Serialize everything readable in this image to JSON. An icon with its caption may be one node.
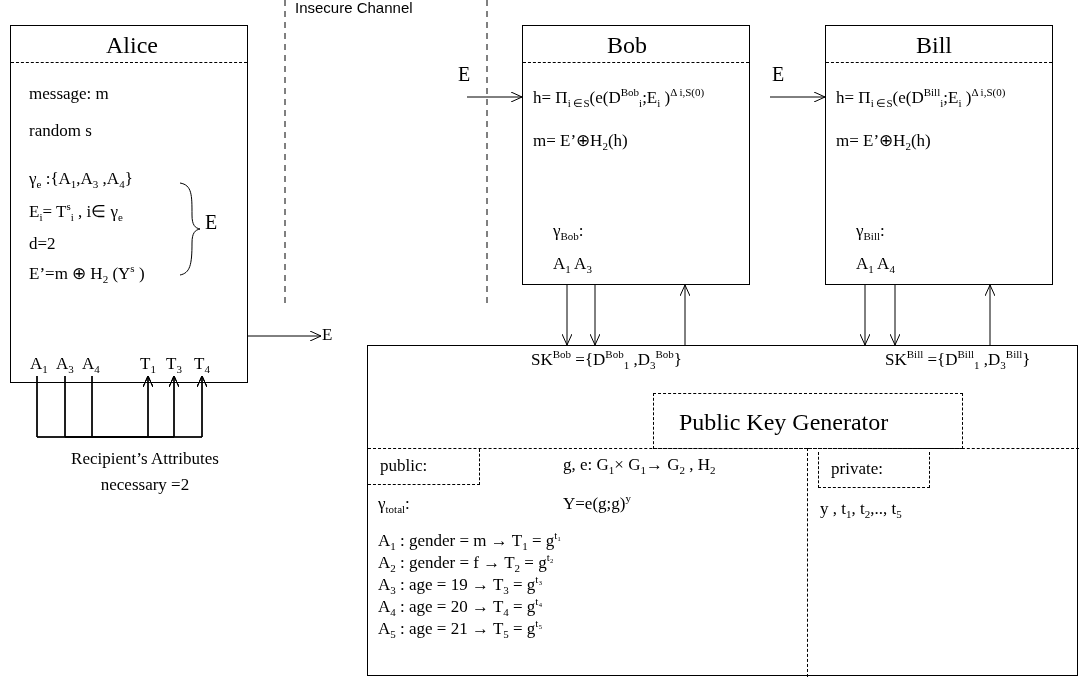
{
  "diagram": {
    "nodes": [
      {
        "text": [
          "Alice",
          "message: m",
          "random s",
          "γ$_{e}$ :{A$_{1}$,A$_{3}$ ,A$_{4}$}",
          "E$_{i}$= T$^{s}$$_{i}$ , i∈ γ$_{e}$",
          "d=2",
          "E’=m ⊕ H$_{2}$ (Y$^{s}$ )"
        ]
      },
      {
        "text": [
          "A$_{1}$"
        ],
        "in": 0
      },
      {
        "text": [
          "A$_{3}$"
        ],
        "in": 0
      },
      {
        "text": [
          "A$_{4}$"
        ],
        "in": 0
      },
      {
        "text": [
          "T$_{1}$"
        ],
        "in": 0
      },
      {
        "text": [
          "T$_{3}$"
        ],
        "in": 0
      },
      {
        "text": [
          "T$_{4}$"
        ],
        "in": 0
      },
      {
        "text": [
          "E"
        ]
      },
      {
        "text": [
          "Bob",
          "h= Π$_{i ∈S}$(e(D$^{Bob}$$_{i}$;E$_{i}$ )$^{Δ i,S(0)}$",
          "m= E’⊕H$_{2}$(h)",
          "γ$_{Bob}$:",
          "A$_{1}$ A$_{3}$"
        ]
      },
      {
        "text": [
          "Bill",
          "h= Π$_{i ∈S}$(e(D$^{Bill}$$_{i}$;E$_{i}$ )$^{Δ i,S(0)}$",
          "m= E’⊕H$_{2}$(h)",
          "γ$_{Bill}$:",
          "A$_{1}$ A$_{4}$"
        ]
      },
      {
        "text": [
          "SK$^{Bob}$ ={D$^{Bob}$$_{1}$ ,D$_{3}$$^{Bob}$}",
          "SK$^{Bill}$ ={D$^{Bill}$$_{1}$ ,D$_{3}$$^{Bill}$}"
        ]
      },
      {
        "text": [
          "Public Key Generator"
        ],
        "in": 10
      },
      {
        "text": [
          "g, e: G$_{1}$× G$_{1}$→ G$_{2}$ , H$_{2}$",
          "γ$_{total}$:",
          "Y=e(g;g)$^{y}$",
          "A$_{1}$ : gender = m  →  T$_{1}$ = g$^{t₁}$",
          "A$_{2}$ : gender = f  →  T$_{2}$ = g$^{t₂}$",
          "A$_{3}$ : age = 19  →  T$_{3}$ = g$^{t₃}$",
          "A$_{4}$ : age = 20  →  T$_{4}$ = g$^{t₄}$",
          "A$_{5}$ : age = 21  →  T$_{5}$ = g$^{t₅}$"
        ],
        "in": 10
      },
      {
        "text": [
          "public:"
        ],
        "in": 12
      },
      {
        "text": [
          "y , t$_{1}$, t$_{2}$,.., t$_{5}$"
        ],
        "in": 10
      },
      {
        "text": [
          "private:"
        ],
        "in": 14
      }
    ],
    "edges": [
      {
        "from": 1,
        "to": 4,
        "arrow": "to"
      },
      {
        "from": 1,
        "to": 5,
        "arrow": "to"
      },
      {
        "from": 1,
        "to": 6,
        "arrow": "to"
      },
      {
        "from": 2,
        "to": 4,
        "arrow": "to"
      },
      {
        "from": 2,
        "to": 5,
        "arrow": "to"
      },
      {
        "from": 2,
        "to": 6,
        "arrow": "to"
      },
      {
        "from": 3,
        "to": 4,
        "arrow": "to"
      },
      {
        "from": 3,
        "to": 5,
        "arrow": "to"
      },
      {
        "from": 3,
        "to": 6,
        "arrow": "to"
      },
      {
        "from": 0,
        "to": 7,
        "arrow": "to"
      },
      {
        "from": null,
        "to": 8,
        "label": "E",
        "arrow": "to"
      },
      {
        "from": null,
        "to": 9,
        "label": "E",
        "arrow": "to"
      },
      {
        "from": 8,
        "to": 10,
        "arrow": "to"
      },
      {
        "from": 8,
        "to": 10,
        "arrow": "to"
      },
      {
        "from": 10,
        "to": 8,
        "arrow": "to"
      },
      {
        "from": 9,
        "to": 10,
        "arrow": "to"
      },
      {
        "from": 9,
        "to": 10,
        "arrow": "to"
      },
      {
        "from": 10,
        "to": 9,
        "arrow": "to"
      }
    ],
    "labels": [
      "Insecure Channel",
      "E",
      "Recipient’s Attributes necessary =2"
    ]
  }
}
